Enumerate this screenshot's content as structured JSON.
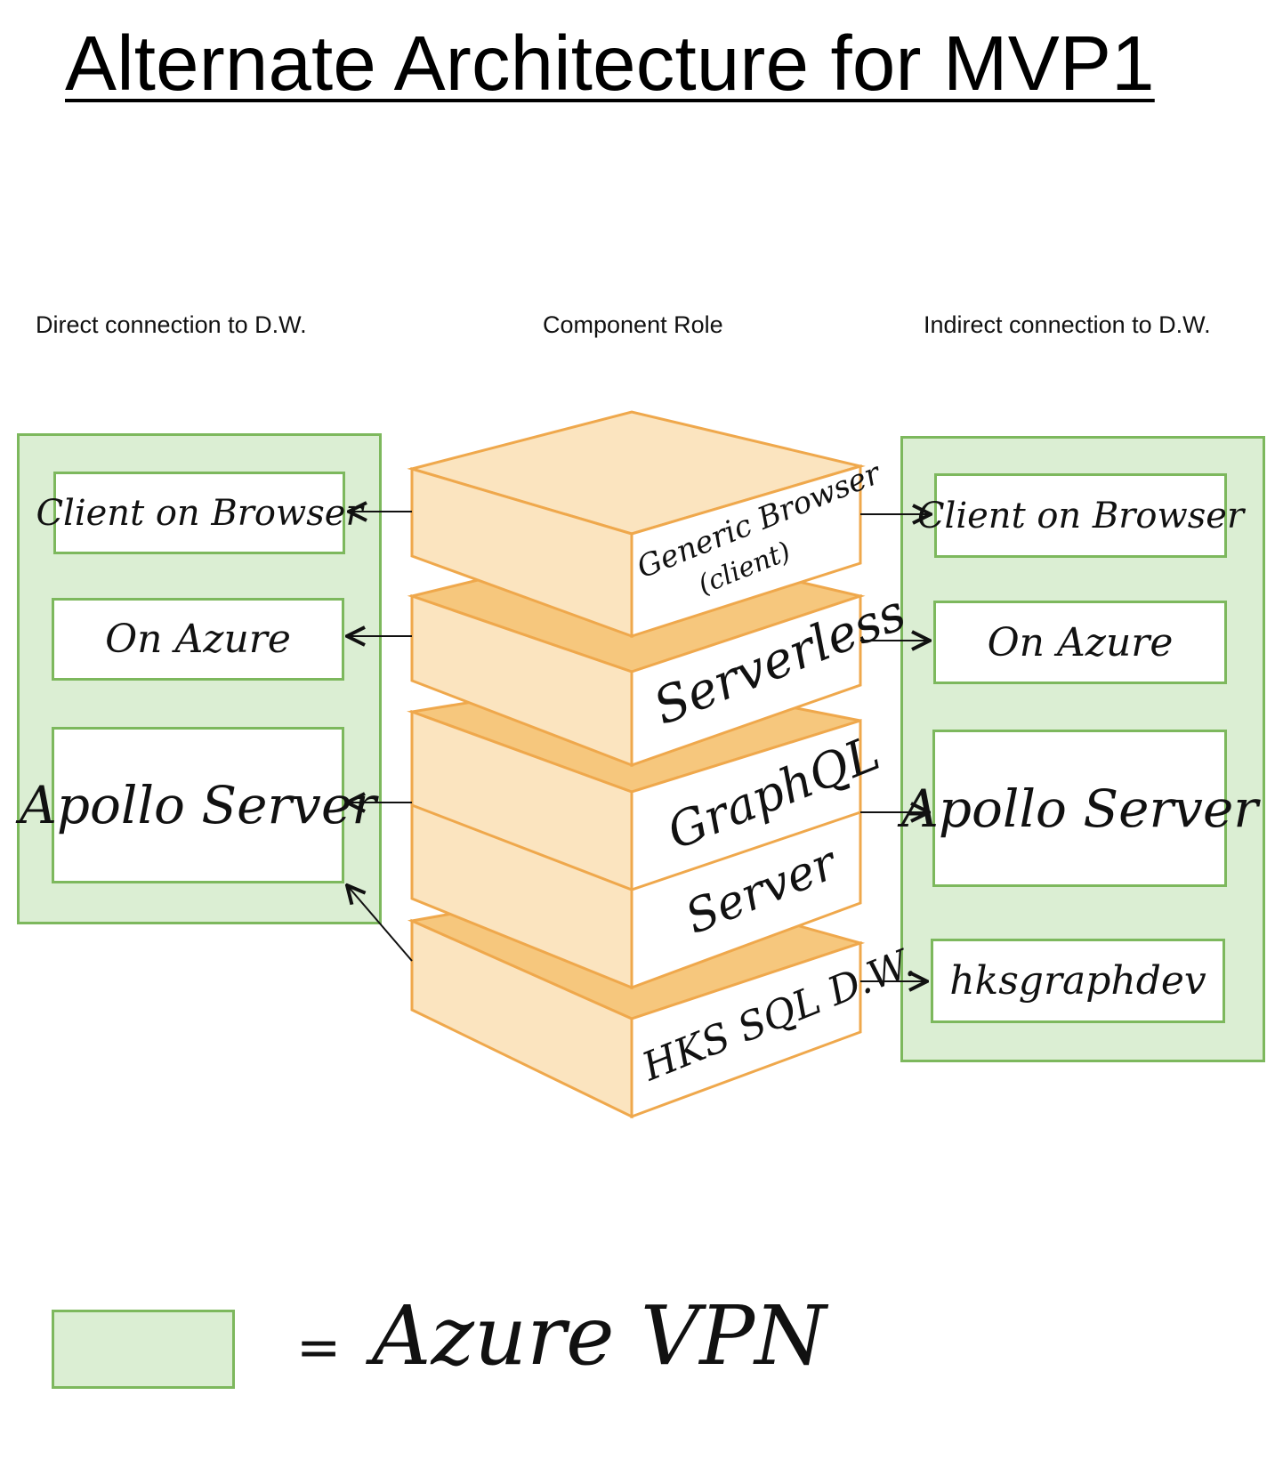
{
  "title": "Alternate Architecture for MVP1",
  "columns": {
    "left": "Direct connection to D.W.",
    "middle": "Component Role",
    "right": "Indirect connection to D.W."
  },
  "left_panel": {
    "client": "Client on Browser",
    "azure": "On Azure",
    "apollo": "Apollo Server"
  },
  "right_panel": {
    "client": "Client on Browser",
    "azure": "On Azure",
    "apollo": "Apollo Server",
    "hks": "hksgraphdev"
  },
  "stack": {
    "generic_browser": "Generic Browser",
    "generic_client": "(client)",
    "serverless": "Serverless",
    "graphql": "GraphQL",
    "server": "Server",
    "hks_dw": "HKS SQL D.W."
  },
  "legend": {
    "equals": "=",
    "label": "Azure VPN"
  },
  "colors": {
    "panel_fill": "#dbeed3",
    "panel_border": "#7db85d",
    "layer_front": "#fbe4bf",
    "layer_top": "#f6c77d",
    "layer_border": "#efa84c"
  }
}
